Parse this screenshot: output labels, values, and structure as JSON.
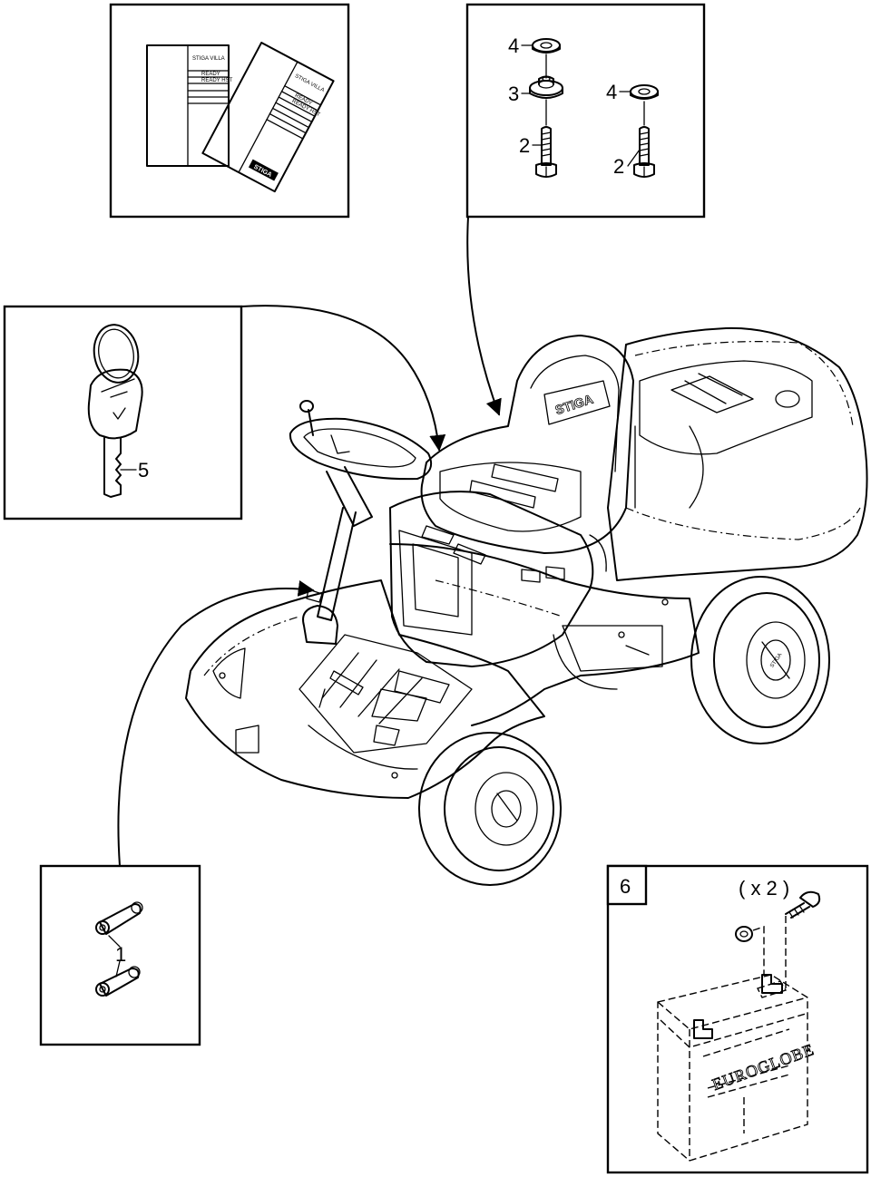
{
  "callouts": {
    "pins": "1",
    "bolt_left": "2",
    "bolt_right": "2",
    "spacer": "3",
    "washer_left": "4",
    "washer_right": "4",
    "key": "5",
    "battery_kit": "6",
    "quantity": "( x 2 )"
  },
  "manual_texts": {
    "booklet_title": "STIGA VILLA",
    "booklet_line1": "READY",
    "booklet_line2": "READY HST",
    "manual_title": "STIGA VILLA",
    "manual_line1": "READY",
    "manual_line2": "READY HST",
    "manual_logo": "STIGA"
  },
  "seat_logo": "STIGA",
  "wheel_logo": "STIGA",
  "battery_brand": "EUROGLOBE"
}
